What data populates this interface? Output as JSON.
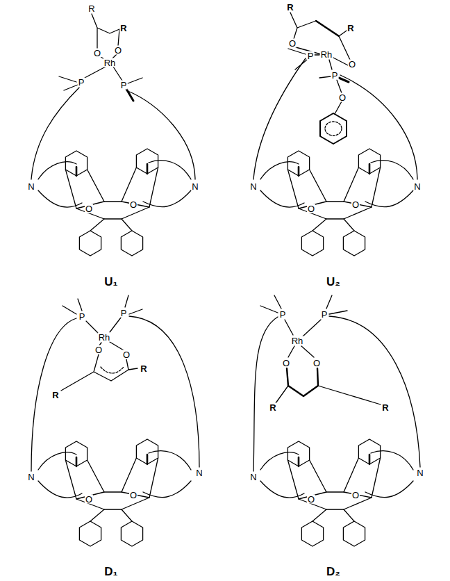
{
  "diagram": {
    "labels": [
      "R",
      "R",
      "O",
      "O",
      "Rh",
      "P",
      "P",
      "N",
      "N",
      "O",
      "O",
      "U₁",
      "R",
      "R",
      "O",
      "Rh",
      "O",
      "P",
      "P",
      "O",
      "N",
      "N",
      "O",
      "O",
      "U₂",
      "P",
      "P",
      "Rh",
      "O",
      "O",
      "R",
      "R",
      "N",
      "N",
      "O",
      "O",
      "D₁",
      "P",
      "P",
      "Rh",
      "O",
      "O",
      "R",
      "R",
      "N",
      "N",
      "O",
      "O",
      "D₂"
    ]
  }
}
